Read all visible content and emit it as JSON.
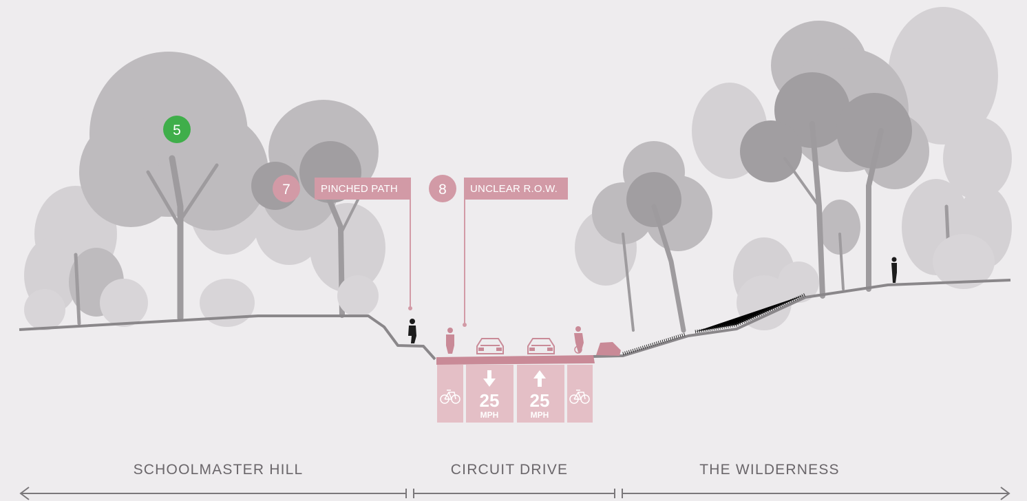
{
  "markers": {
    "five": {
      "number": "5",
      "color": "#3fae4a"
    },
    "seven": {
      "number": "7",
      "label": "PINCHED PATH",
      "color": "#d29aa6"
    },
    "eight": {
      "number": "8",
      "label": "UNCLEAR R.O.W.",
      "color": "#d29aa6"
    }
  },
  "road": {
    "lanes": [
      {
        "type": "bike",
        "icon": "bicycle-icon"
      },
      {
        "type": "travel",
        "direction": "down",
        "speed": "25",
        "unit": "MPH",
        "icon": "arrow-down-icon"
      },
      {
        "type": "travel",
        "direction": "up",
        "speed": "25",
        "unit": "MPH",
        "icon": "arrow-up-icon"
      },
      {
        "type": "bike",
        "icon": "bicycle-icon"
      }
    ],
    "surface_color": "#c98a97",
    "lane_color": "#e4bfc6"
  },
  "zones": [
    {
      "label": "SCHOOLMASTER HILL"
    },
    {
      "label": "CIRCUIT DRIVE"
    },
    {
      "label": "THE WILDERNESS"
    }
  ],
  "colors": {
    "background": "#eeecee",
    "terrain": "#8a878a",
    "tree_light": "#d2cfd2",
    "tree_mid": "#bcb9bc",
    "tree_dark": "#9d9a9d",
    "figure": "#1c1c1c"
  }
}
